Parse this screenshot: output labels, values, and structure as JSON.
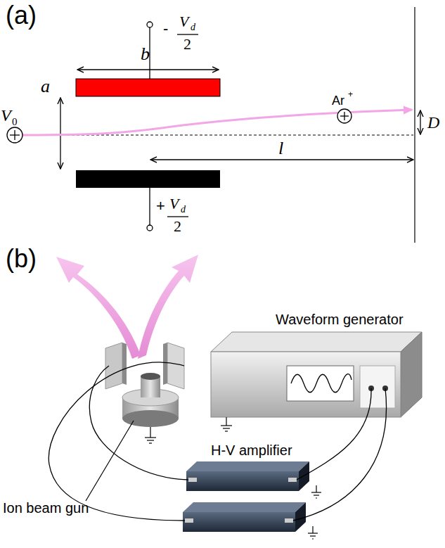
{
  "diagram": {
    "labels": [
      "(a)",
      "b",
      "-",
      "V",
      "d",
      "2",
      "a",
      "V",
      "0",
      "Ar",
      "+",
      "D",
      "l",
      "+",
      "V",
      "d",
      "2",
      "(b)",
      "Waveform generator",
      "H-V amplifier",
      "Ion beam gun"
    ]
  }
}
